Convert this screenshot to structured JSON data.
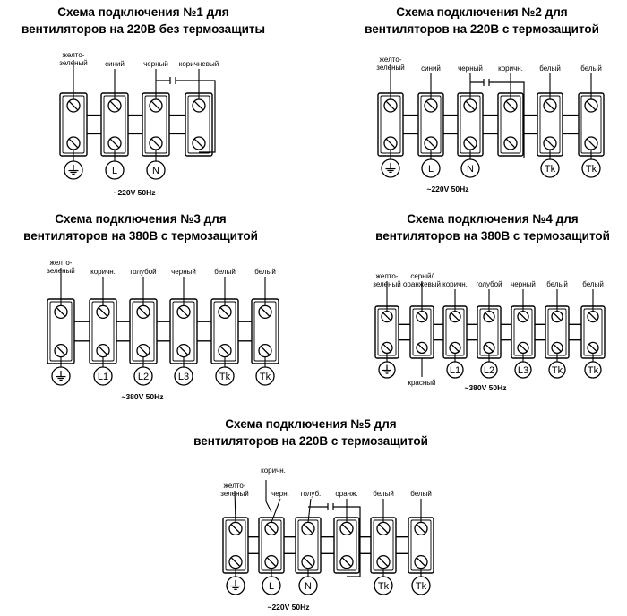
{
  "palette": {
    "ink": "#000000",
    "terminal_fill": "#ffffff",
    "bridge_fill": "#ffffff"
  },
  "diagrams": [
    {
      "id": "scheme-1",
      "title_lines": [
        "Схема подключения №1 для",
        "вентиляторов на 220В без термозащиты"
      ],
      "voltage": "~220V 50Hz",
      "wire_labels": [
        "желто-\nзеленый",
        "синий",
        "черный",
        "коричневый"
      ],
      "terminal_labels": [
        "ground-icon",
        "L",
        "N",
        ""
      ]
    },
    {
      "id": "scheme-2",
      "title_lines": [
        "Схема подключения №2 для",
        "вентиляторов на 220В с термозащитой"
      ],
      "voltage": "~220V 50Hz",
      "wire_labels": [
        "желто-\nзеленый",
        "синий",
        "черный",
        "коричн.",
        "белый",
        "белый"
      ],
      "terminal_labels": [
        "ground-icon",
        "L",
        "N",
        "",
        "Tk",
        "Tk"
      ]
    },
    {
      "id": "scheme-3",
      "title_lines": [
        "Схема подключения №3 для",
        "вентиляторов на 380В с термозащитой"
      ],
      "voltage": "~380V 50Hz",
      "wire_labels": [
        "желто-\nзеленый",
        "коричн.",
        "голубой",
        "черный",
        "белый",
        "белый"
      ],
      "terminal_labels": [
        "ground-icon",
        "L1",
        "L2",
        "L3",
        "Tk",
        "Tk"
      ]
    },
    {
      "id": "scheme-4",
      "title_lines": [
        "Схема подключения №4 для",
        "вентиляторов на 380В с термозащитой"
      ],
      "voltage": "~380V 50Hz",
      "wire_labels": [
        "желто-\nзеленый",
        "серый/\nоранжевый",
        "коричн.",
        "голубой",
        "черный",
        "белый",
        "белый"
      ],
      "bottom_wire_label": "красный",
      "terminal_labels": [
        "ground-icon",
        "",
        "L1",
        "L2",
        "L3",
        "Tk",
        "Tk"
      ]
    },
    {
      "id": "scheme-5",
      "title_lines": [
        "Схема подключения №5 для",
        "вентиляторов на 220В с термозащитой"
      ],
      "voltage": "~220V 50Hz",
      "wire_labels": [
        "желто-\nзеленый",
        "коричн.",
        "черн.",
        "голуб.",
        "оранж.",
        "белый",
        "белый"
      ],
      "terminal_labels": [
        "ground-icon",
        "L",
        "N",
        "",
        "Tk",
        "Tk"
      ]
    }
  ]
}
